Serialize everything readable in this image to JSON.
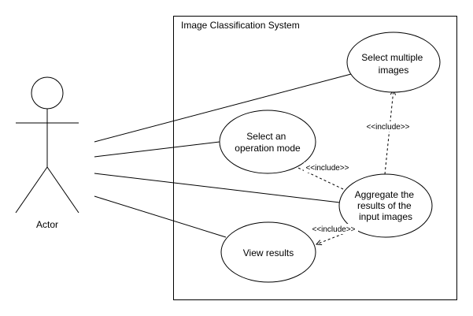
{
  "system": {
    "title": "Image Classification System"
  },
  "actor": {
    "label": "Actor"
  },
  "use_cases": {
    "select_multiple": [
      "Select multiple",
      "images"
    ],
    "select_mode": [
      "Select an",
      "operation mode"
    ],
    "aggregate": [
      "Aggregate the",
      "results of the",
      "input images"
    ],
    "view_results": [
      "View results"
    ]
  },
  "relations": {
    "include_to_select_multiple": "<<include>>",
    "include_to_select_mode": "<<include>>",
    "include_to_view_results": "<<include>>"
  },
  "colors": {
    "stroke": "#000000",
    "fill": "#ffffff",
    "background": "#ffffff"
  }
}
